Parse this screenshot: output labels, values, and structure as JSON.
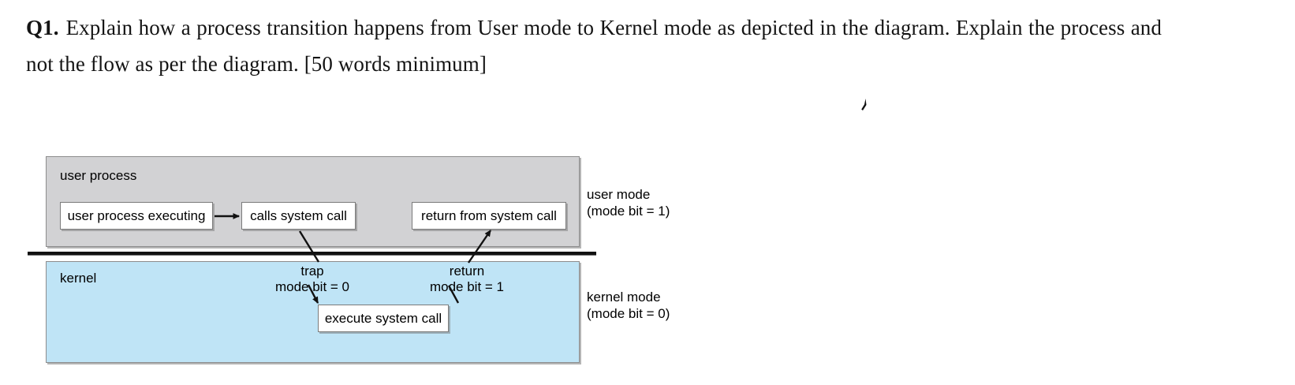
{
  "question": {
    "number": "Q1.",
    "text": "Explain how a process transition happens from User mode to Kernel mode as depicted in the diagram. Explain the process and not the flow as per the diagram. [50 words minimum]"
  },
  "diagram": {
    "colors": {
      "user_region": "#d2d2d4",
      "kernel_region": "#bfe4f6",
      "node_fill": "#ffffff",
      "border": "#7b7b7b",
      "divider": "#111111"
    },
    "regions": [
      {
        "id": "user",
        "label": "user process"
      },
      {
        "id": "kernel",
        "label": "kernel"
      }
    ],
    "nodes": [
      {
        "id": "user-process-executing",
        "label": "user process executing"
      },
      {
        "id": "calls-system-call",
        "label": "calls system call"
      },
      {
        "id": "return-from-system-call",
        "label": "return from system call"
      },
      {
        "id": "execute-system-call",
        "label": "execute system call"
      }
    ],
    "annotations": [
      {
        "id": "trap",
        "line1": "trap",
        "line2": "mode bit = 0"
      },
      {
        "id": "return",
        "line1": "return",
        "line2": "mode bit = 1"
      }
    ],
    "mode_captions": [
      {
        "id": "user-mode",
        "line1": "user mode",
        "line2": "(mode bit = 1)"
      },
      {
        "id": "kernel-mode",
        "line1": "kernel mode",
        "line2": "(mode bit = 0)"
      }
    ]
  }
}
